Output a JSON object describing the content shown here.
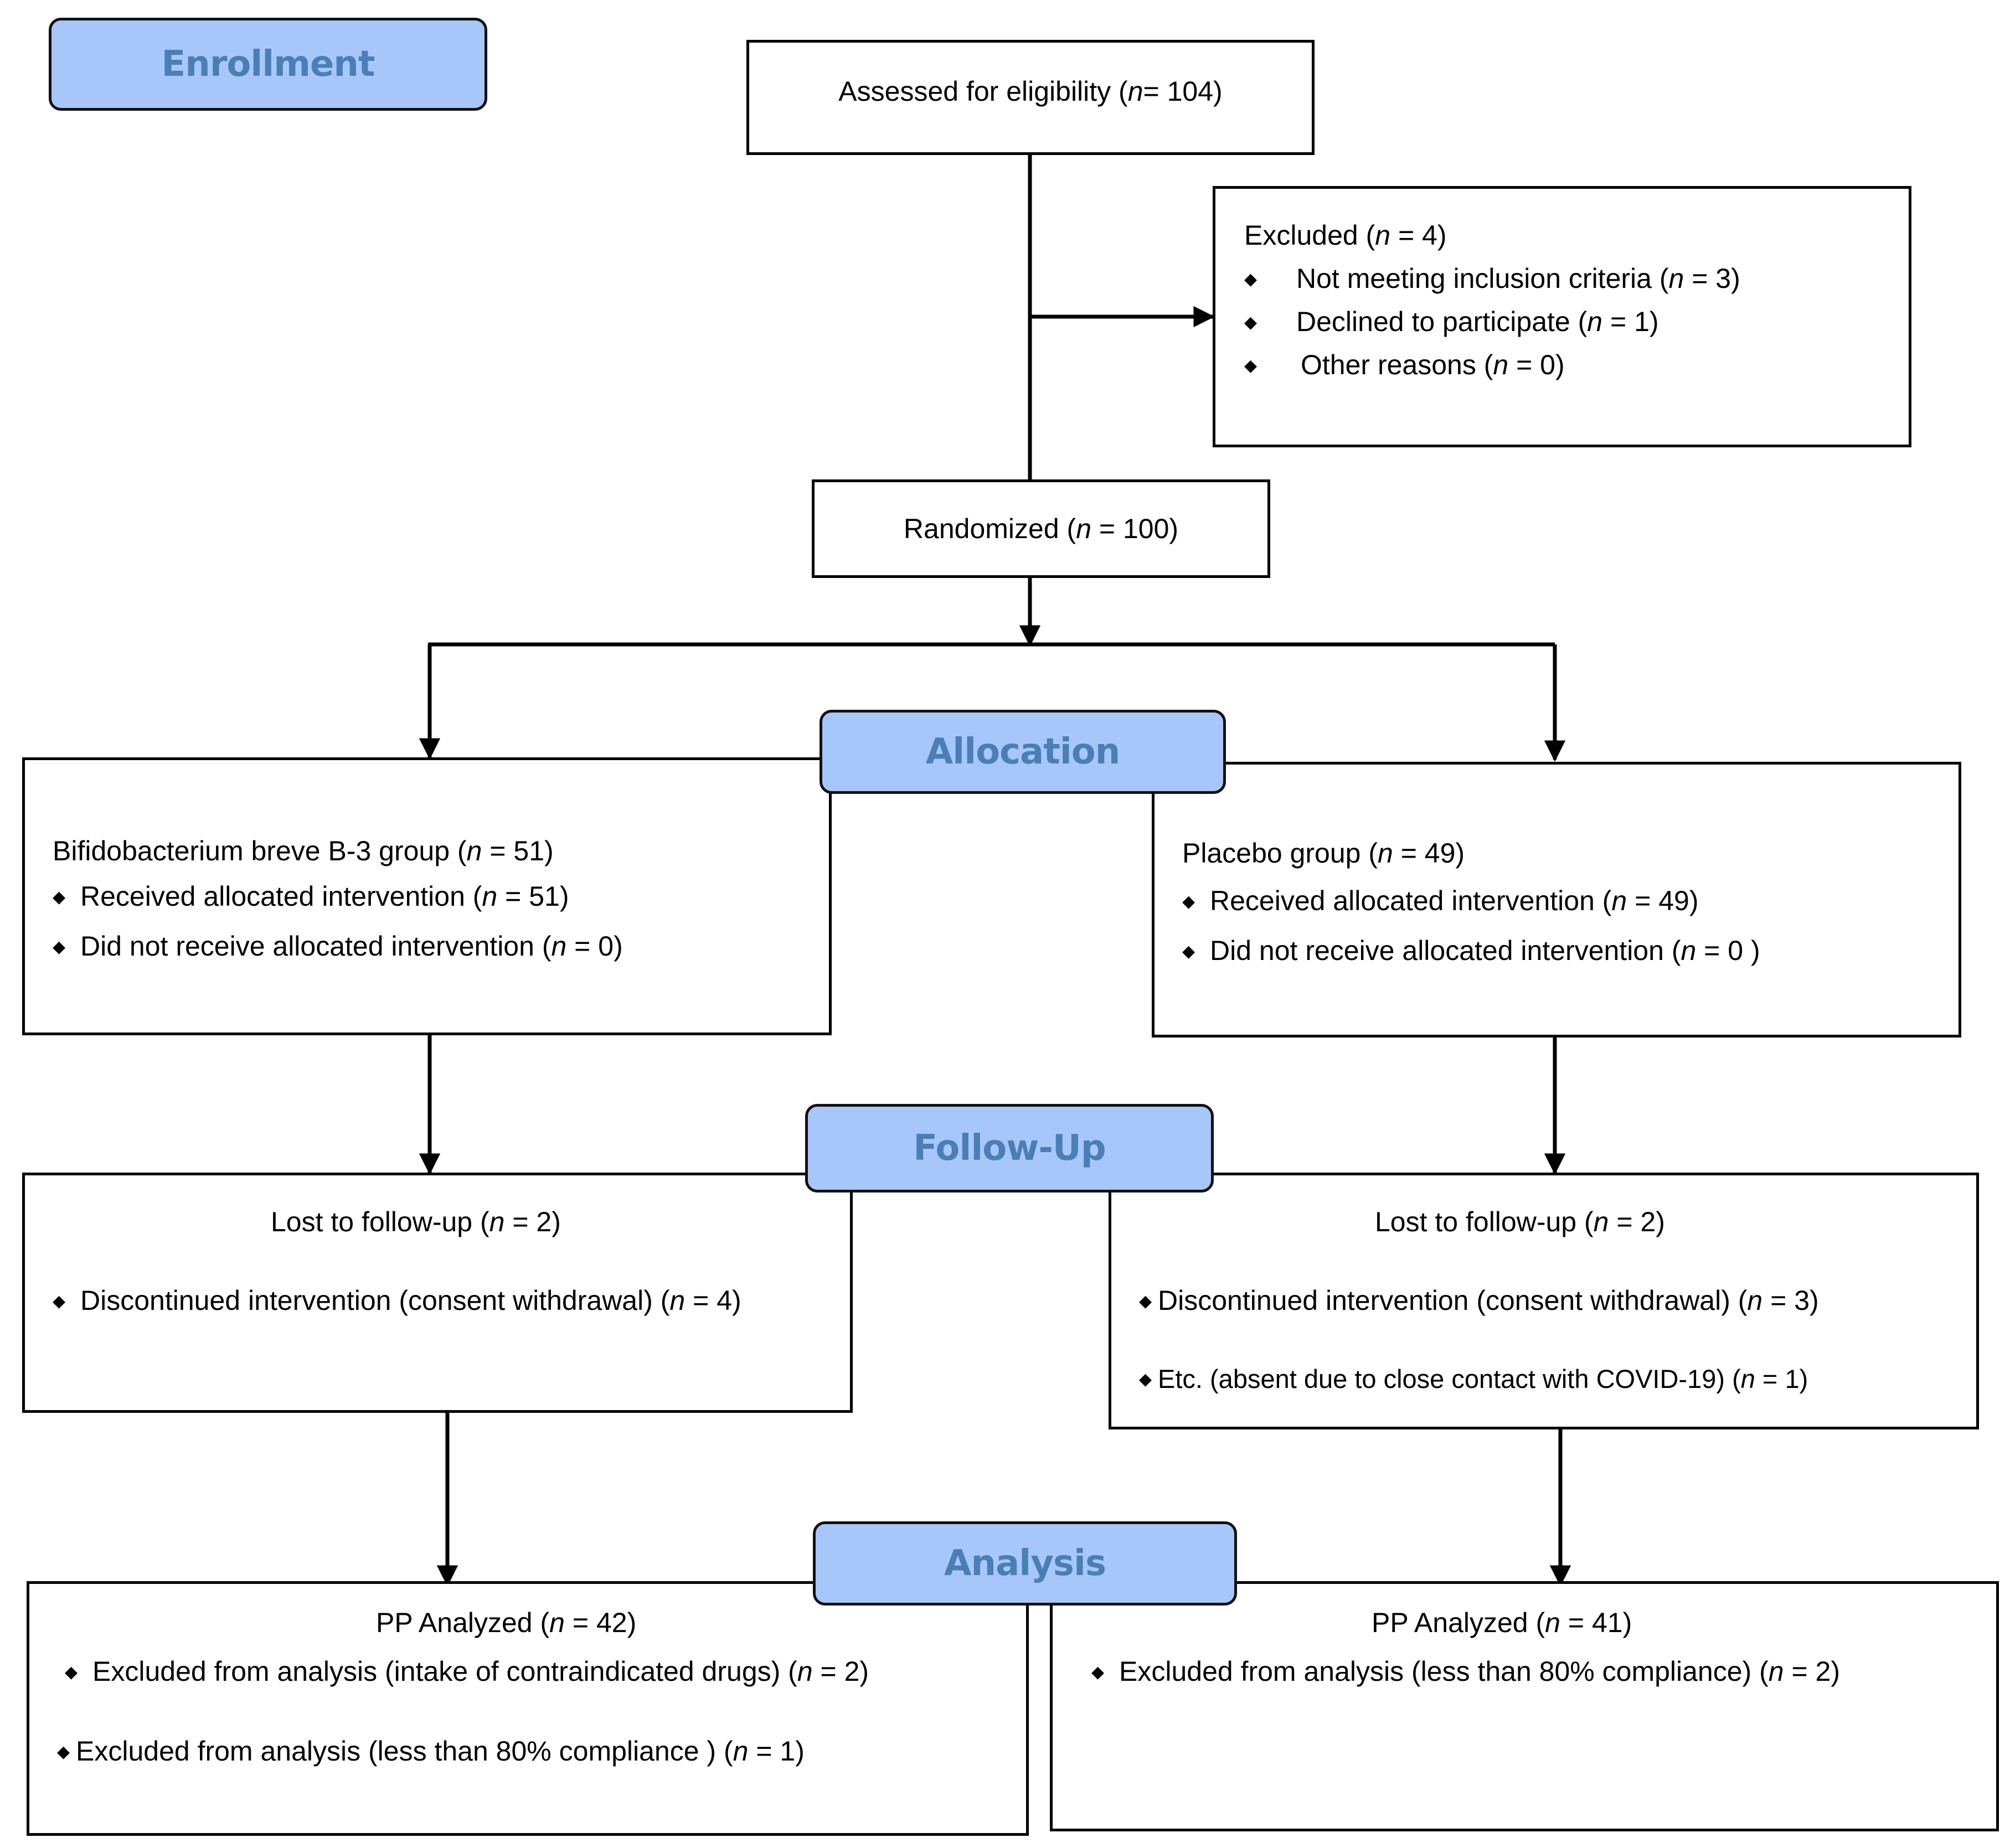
{
  "stages": {
    "enrollment": "Enrollment",
    "allocation": "Allocation",
    "follow_up": "Follow-Up",
    "analysis": "Analysis"
  },
  "assessed": {
    "pre": "Assessed for eligibility (",
    "n": "n",
    "post": "= 104)"
  },
  "excluded": {
    "title": {
      "pre": "Excluded (",
      "n": "n",
      "post": " = 4)"
    },
    "items": [
      {
        "pre": "Not meeting inclusion criteria (",
        "n": "n",
        "post": " = 3)"
      },
      {
        "pre": "Declined to participate (",
        "n": "n",
        "post": " = 1)"
      },
      {
        "pre": "Other reasons (",
        "n": "n",
        "post": " = 0)"
      }
    ]
  },
  "randomized": {
    "pre": "Randomized (",
    "n": "n",
    "post": " = 100)"
  },
  "bifido": {
    "title": {
      "pre": "Bifidobacterium breve B-3 group (",
      "n": "n",
      "post": " = 51)"
    },
    "items": [
      {
        "pre": "Received allocated intervention (",
        "n": "n",
        "post": " = 51)"
      },
      {
        "pre": "Did not receive allocated intervention (",
        "n": "n",
        "post": " = 0)"
      }
    ]
  },
  "placebo": {
    "title": {
      "pre": "Placebo group (",
      "n": "n",
      "post": " = 49)"
    },
    "items": [
      {
        "pre": "Received allocated intervention (",
        "n": "n",
        "post": " = 49)"
      },
      {
        "pre": "Did not receive allocated intervention (",
        "n": "n",
        "post": " = 0 )"
      }
    ]
  },
  "followup_left": {
    "title": {
      "pre": "Lost to follow-up (",
      "n": "n",
      "post": " = 2)"
    },
    "items": [
      {
        "pre": "Discontinued intervention (consent withdrawal) (",
        "n": "n",
        "post": " = 4)"
      }
    ]
  },
  "followup_right": {
    "title": {
      "pre": "Lost to follow-up (",
      "n": "n",
      "post": " = 2)"
    },
    "items": [
      {
        "pre": "Discontinued intervention (consent withdrawal) (",
        "n": "n",
        "post": " = 3)"
      },
      {
        "pre": "Etc. (absent due to close contact with COVID-19) (",
        "n": "n",
        "post": " = 1)"
      }
    ]
  },
  "analysis_left": {
    "title": {
      "pre": "PP Analyzed (",
      "n": "n",
      "post": " = 42)"
    },
    "items": [
      {
        "pre": "Excluded from analysis (intake of contraindicated drugs) (",
        "n": "n",
        "post": " = 2)"
      },
      {
        "pre": "Excluded from analysis (less than 80% compliance ) (",
        "n": "n",
        "post": " = 1)"
      }
    ]
  },
  "analysis_right": {
    "title": {
      "pre": "PP Analyzed (",
      "n": "n",
      "post": " = 41)"
    },
    "items": [
      {
        "pre": "Excluded from analysis (less than 80% compliance) (",
        "n": "n",
        "post": " = 2)"
      }
    ]
  },
  "bullet": "◆",
  "colors": {
    "stage_fill": "#a7c7fa",
    "stage_text": "#4a7fb5",
    "line": "#000000"
  }
}
